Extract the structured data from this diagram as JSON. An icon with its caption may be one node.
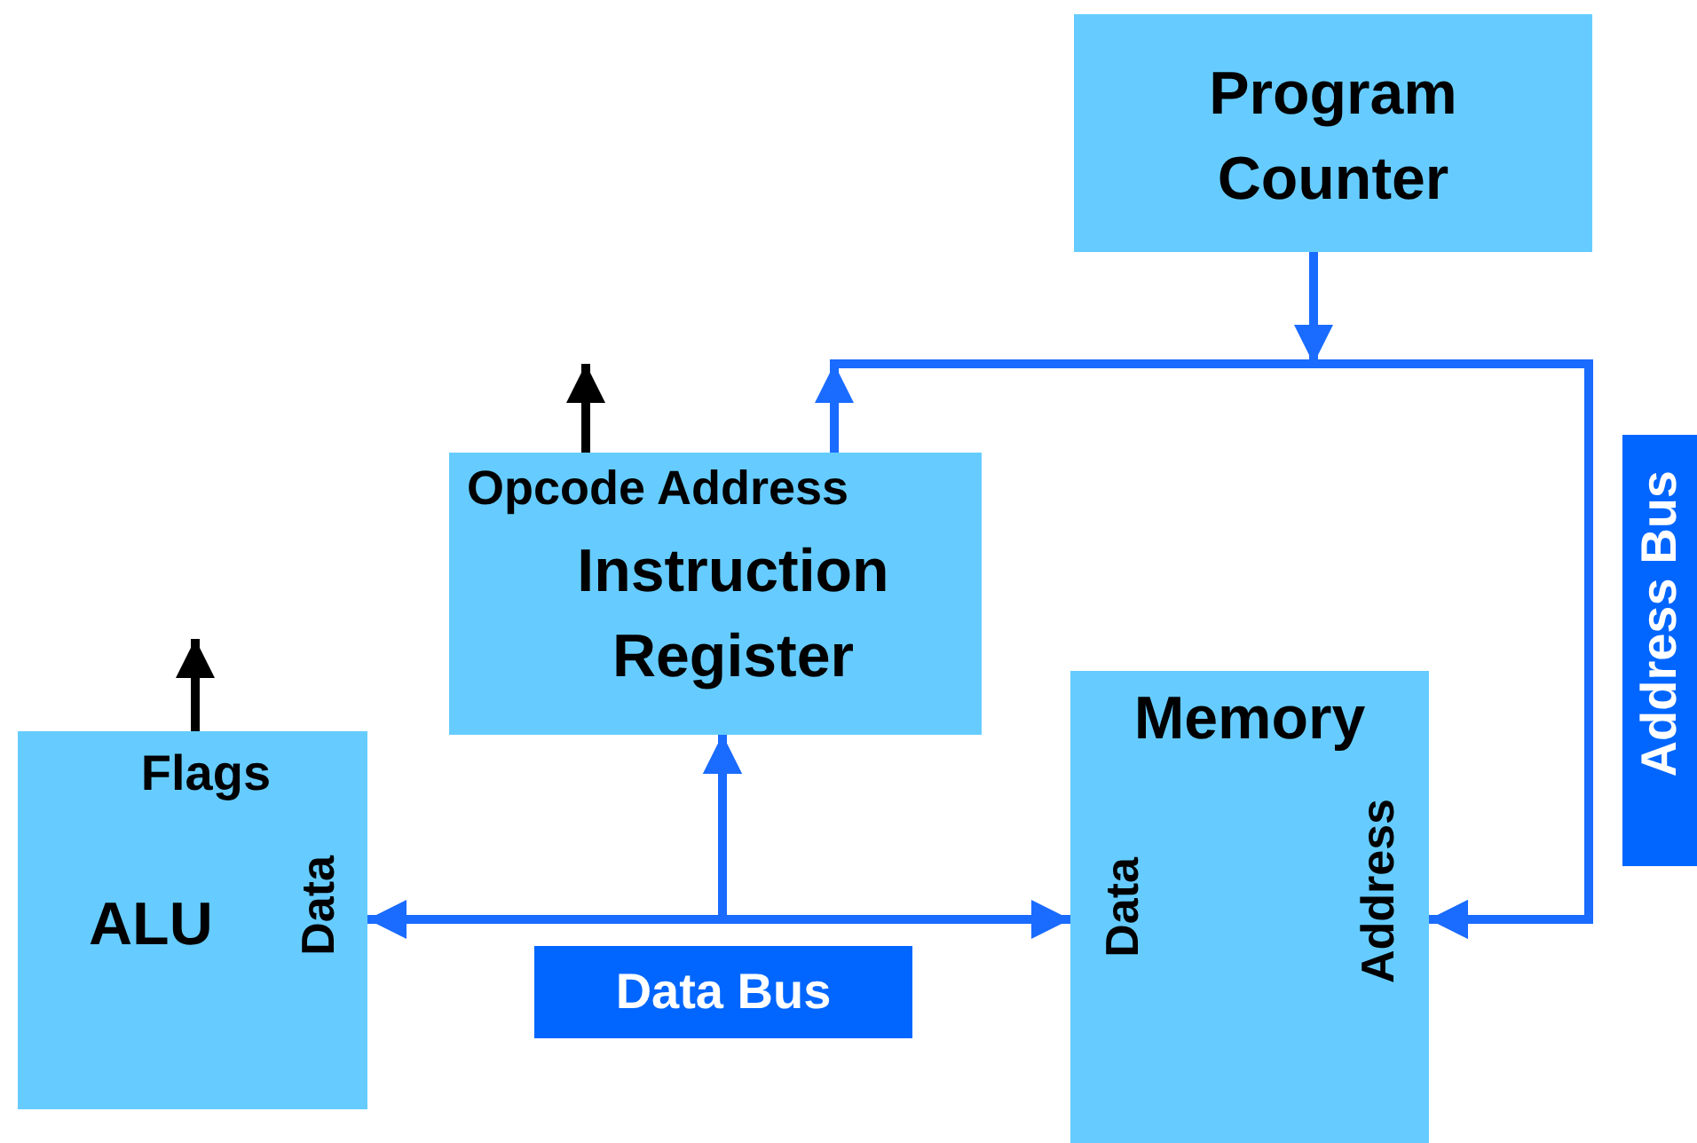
{
  "diagram": {
    "nodes": [
      {
        "text": [
          "Program Counter"
        ]
      },
      {
        "text": [
          "Opcode Address",
          "Instruction Register"
        ]
      },
      {
        "text": [
          "Flags",
          "ALU",
          "Data"
        ]
      },
      {
        "text": [
          "Memory",
          "Data",
          "Address"
        ]
      },
      {
        "text": [
          "Data Bus"
        ]
      },
      {
        "text": [
          "Address Bus"
        ]
      }
    ],
    "edges": [
      {
        "from": 0,
        "to": 3,
        "arrow": "to"
      },
      {
        "from": 1,
        "to": 3,
        "arrow": "to"
      },
      {
        "from": 2,
        "to": 3,
        "arrow": "both"
      },
      {
        "from": 2,
        "to": 1,
        "arrow": "to"
      },
      {
        "from": 3,
        "to": 1,
        "arrow": "to"
      },
      {
        "from": 2,
        "to": null,
        "arrow": "to",
        "color": "#000000"
      },
      {
        "from": 1,
        "to": null,
        "arrow": "to",
        "color": "#000000"
      }
    ]
  }
}
